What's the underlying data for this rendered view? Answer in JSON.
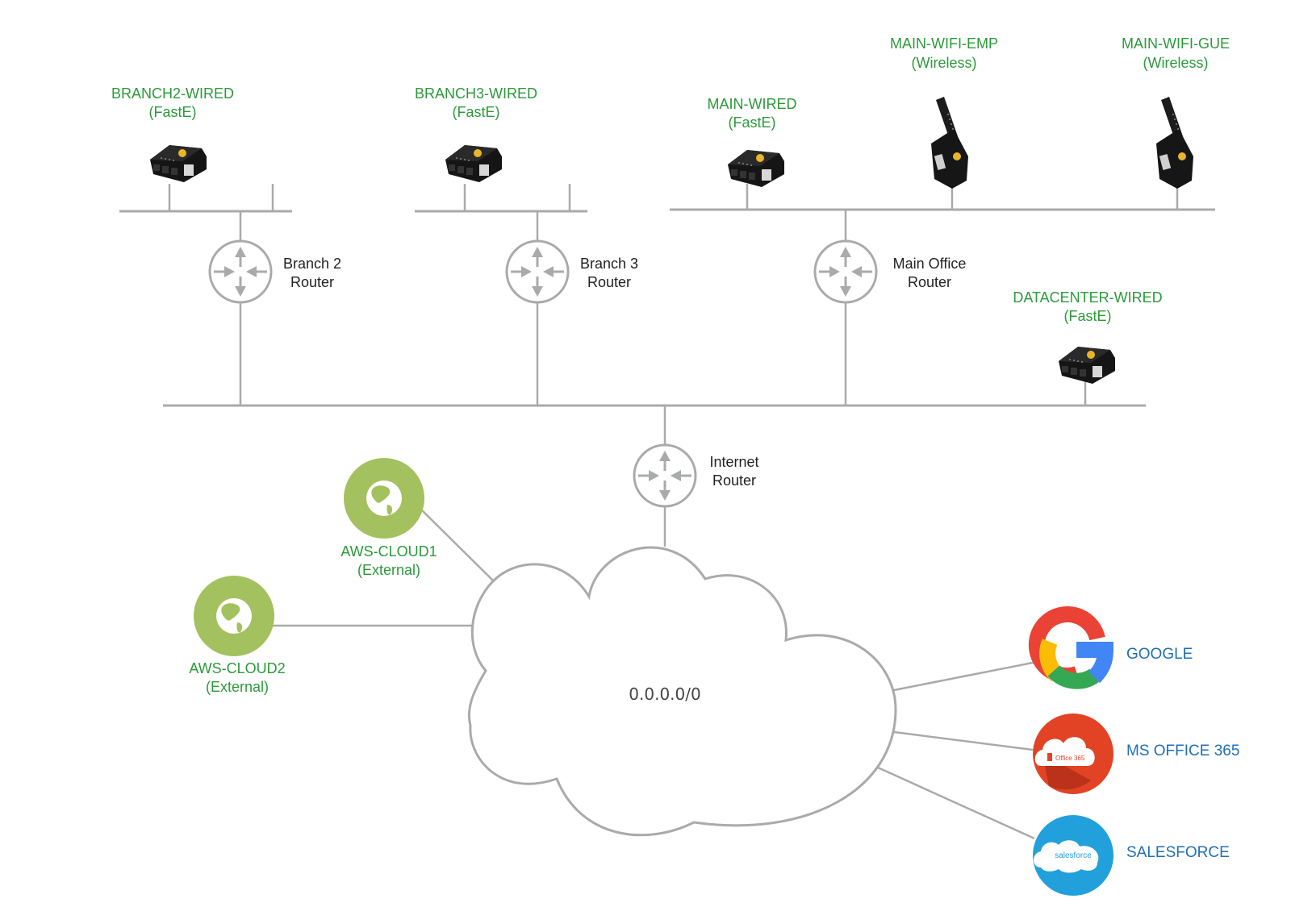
{
  "diagram": {
    "internet_cloud": {
      "label": "0.0.0.0/0"
    },
    "routers": [
      {
        "id": "branch2",
        "line1": "Branch 2",
        "line2": "Router"
      },
      {
        "id": "branch3",
        "line1": "Branch 3",
        "line2": "Router"
      },
      {
        "id": "main",
        "line1": "Main Office",
        "line2": "Router"
      },
      {
        "id": "internet",
        "line1": "Internet",
        "line2": "Router"
      }
    ],
    "sensors": [
      {
        "id": "branch2-wired",
        "name": "BRANCH2-WIRED",
        "type": "(FastE)",
        "device": "wired"
      },
      {
        "id": "branch3-wired",
        "name": "BRANCH3-WIRED",
        "type": "(FastE)",
        "device": "wired"
      },
      {
        "id": "main-wired",
        "name": "MAIN-WIRED",
        "type": "(FastE)",
        "device": "wired"
      },
      {
        "id": "main-wifi-emp",
        "name": "MAIN-WIFI-EMP",
        "type": "(Wireless)",
        "device": "wireless"
      },
      {
        "id": "main-wifi-gue",
        "name": "MAIN-WIFI-GUE",
        "type": "(Wireless)",
        "device": "wireless"
      },
      {
        "id": "datacenter-wired",
        "name": "DATACENTER-WIRED",
        "type": "(FastE)",
        "device": "wired"
      }
    ],
    "external": [
      {
        "id": "aws-cloud1",
        "name": "AWS-CLOUD1",
        "type": "(External)",
        "icon": "globe-icon"
      },
      {
        "id": "aws-cloud2",
        "name": "AWS-CLOUD2",
        "type": "(External)",
        "icon": "globe-icon"
      }
    ],
    "services": [
      {
        "id": "google",
        "name": "GOOGLE",
        "icon": "google-icon"
      },
      {
        "id": "office365",
        "name": "MS OFFICE 365",
        "icon": "office365-icon",
        "badge": "Office 365"
      },
      {
        "id": "salesforce",
        "name": "SALESFORCE",
        "icon": "salesforce-icon",
        "badge": "salesforce"
      }
    ],
    "colors": {
      "line": "#a9abaa",
      "sensor_label": "#2b9a3a",
      "service_label": "#1f6fb7",
      "globe_bg": "#a3c15e",
      "office_bg": "#e24325",
      "salesforce_bg": "#22a0db"
    }
  }
}
